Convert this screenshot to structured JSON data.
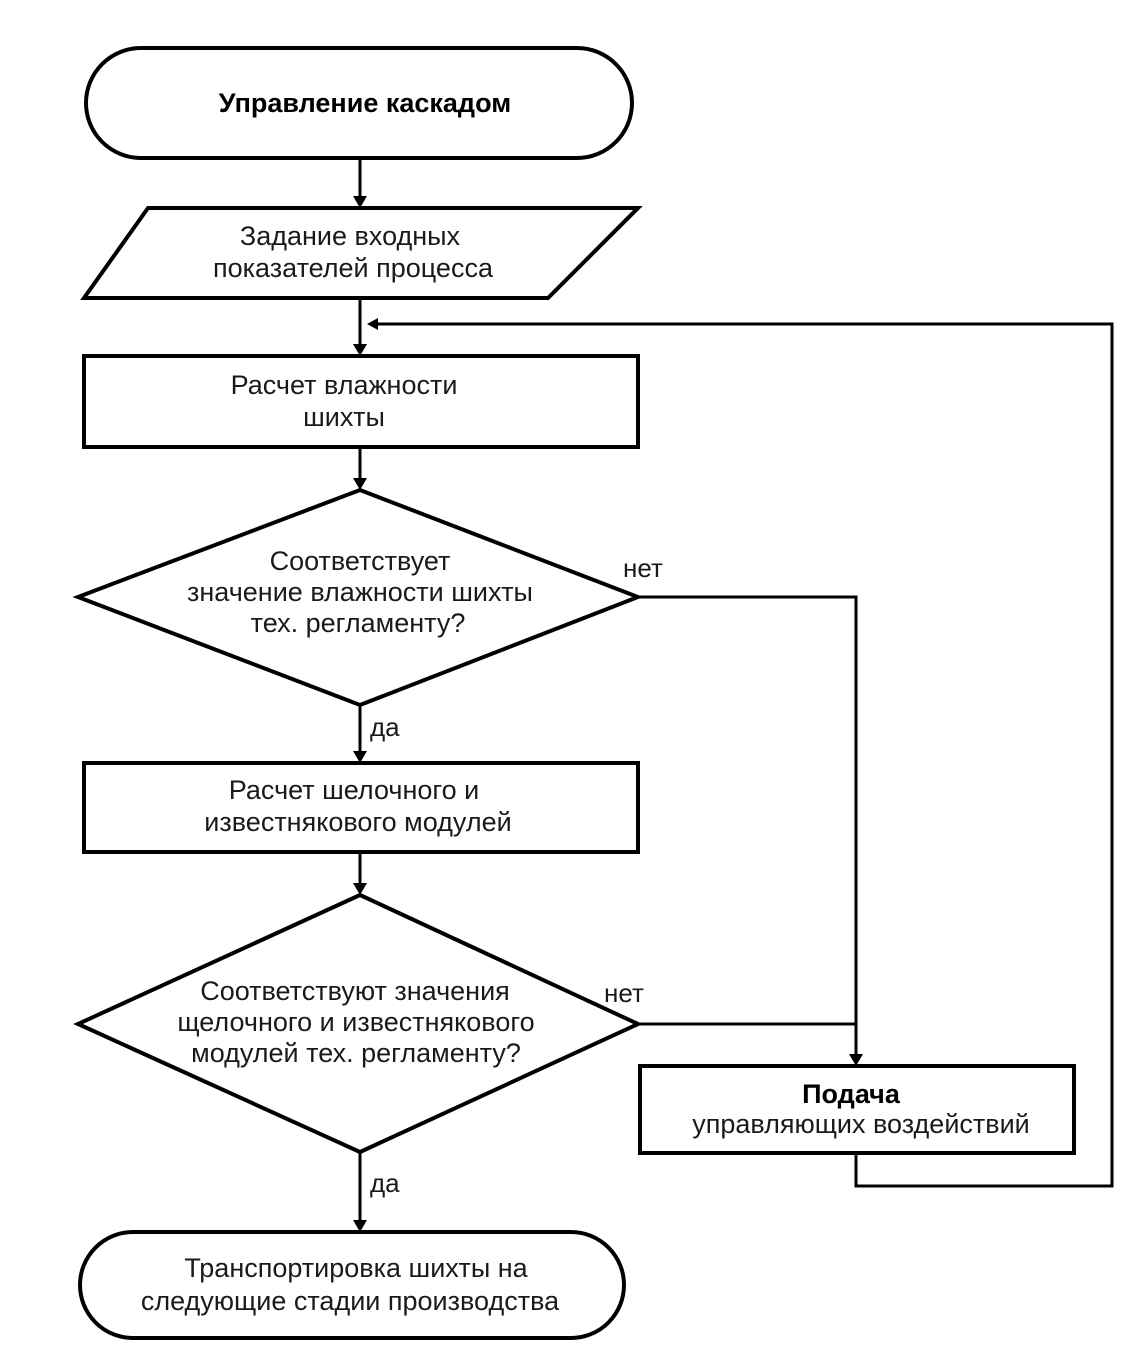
{
  "flowchart": {
    "start": {
      "text": "Управление каскадом"
    },
    "input": {
      "line1": "Задание входных",
      "line2": "показателей процесса"
    },
    "calc_moisture": {
      "line1": "Расчет влажности",
      "line2": "шихты"
    },
    "decision_moisture": {
      "line1": "Соответствует",
      "line2": "значение влажности шихты",
      "line3": "тех. регламенту?",
      "yes_label": "да",
      "no_label": "нет"
    },
    "calc_modules": {
      "line1": "Расчет шелочного и",
      "line2": "известнякового модулей"
    },
    "decision_modules": {
      "line1": "Соответствуют значения",
      "line2": "щелочного и известнякового",
      "line3": "модулей тех. регламенту?",
      "yes_label": "да",
      "no_label": "нет"
    },
    "control_action": {
      "line1": "Подача",
      "line2": "управляющих воздействий"
    },
    "end": {
      "line1": "Транспортировка шихты на",
      "line2": "следующие  стадии производства"
    }
  }
}
